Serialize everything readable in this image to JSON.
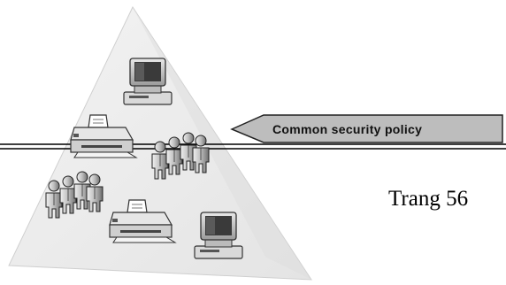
{
  "diagram": {
    "callout_text": "Common security policy",
    "page_label": "Trang 56",
    "devices": [
      {
        "kind": "computer",
        "icon": "computer-icon"
      },
      {
        "kind": "printer",
        "icon": "printer-icon"
      },
      {
        "kind": "user-group",
        "icon": "user-group-icon"
      },
      {
        "kind": "user-group",
        "icon": "user-group-icon"
      },
      {
        "kind": "printer",
        "icon": "printer-icon"
      },
      {
        "kind": "computer",
        "icon": "computer-icon"
      }
    ]
  },
  "colors": {
    "triangle_fill": "#ededed",
    "triangle_edge": "#c9c9c9",
    "callout_fill": "#bdbdbd",
    "rule_line": "#000000"
  }
}
